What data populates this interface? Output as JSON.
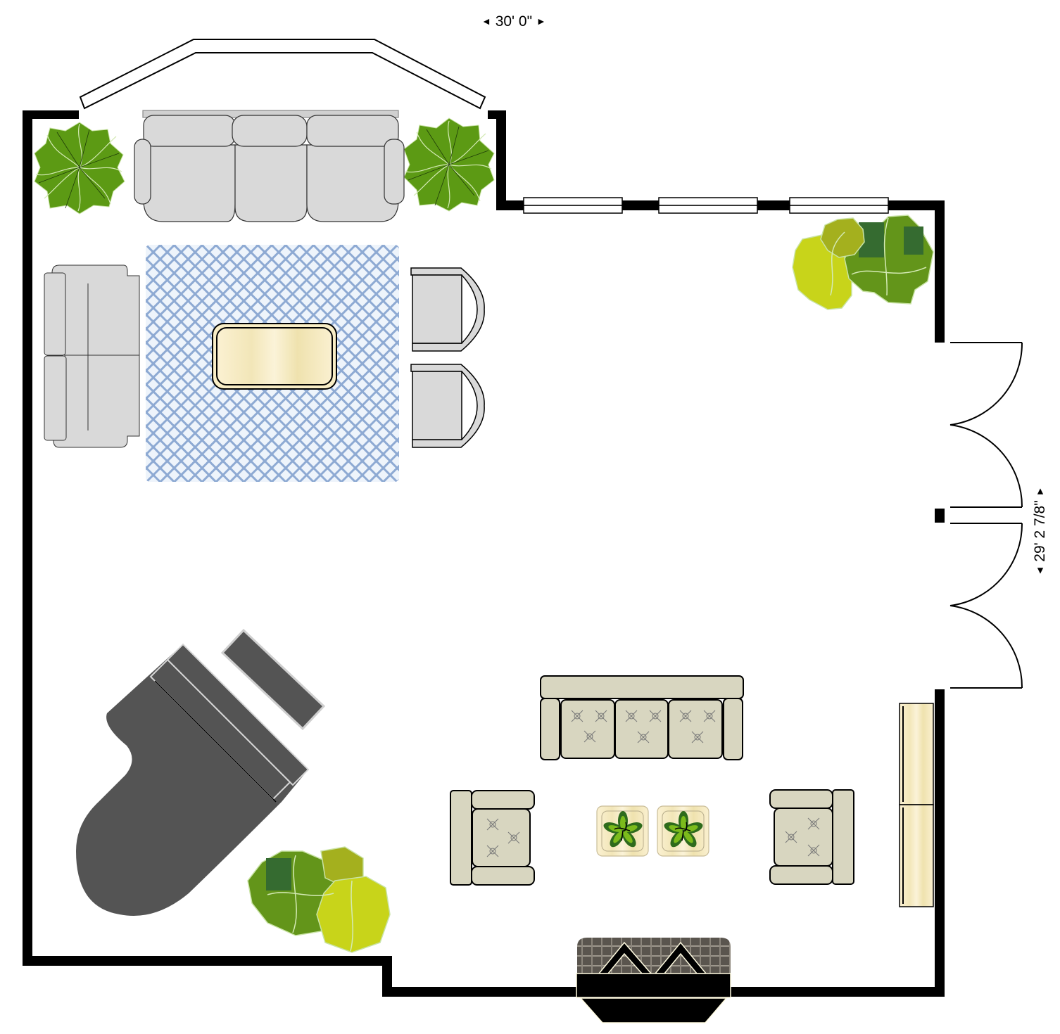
{
  "diagram": {
    "type": "floor-plan",
    "room": "living room",
    "dimensions": {
      "width": {
        "label": "30' 0\"",
        "left_arrow": "◄",
        "right_arrow": "►"
      },
      "depth": {
        "label": "29' 2 7/8\"",
        "left_arrow": "◄",
        "right_arrow": "►"
      }
    },
    "colors": {
      "wall": "#000000",
      "upholstery_grey": "#d9d9d9",
      "upholstery_beige": "#d8d6c0",
      "rug_blue": "#7f9cc8",
      "wood_light": "#f7ecc8",
      "piano": "#545454",
      "plant_green": "#5c9a14",
      "plant_dark": "#356b30",
      "plant_lime": "#c8d41a",
      "plant_olive": "#a4b01e"
    },
    "elements": [
      {
        "id": "bay-window",
        "kind": "window"
      },
      {
        "id": "top-windows",
        "kind": "window",
        "count": 3
      },
      {
        "id": "french-doors",
        "kind": "door",
        "count": 2,
        "leaves_each": 2
      },
      {
        "id": "fireplace",
        "kind": "fireplace"
      },
      {
        "id": "grey-sofa",
        "kind": "sofa",
        "seats": 3
      },
      {
        "id": "grey-loveseat",
        "kind": "sofa",
        "seats": 2
      },
      {
        "id": "armchairs-grey",
        "kind": "chair",
        "count": 2
      },
      {
        "id": "area-rug",
        "kind": "rug"
      },
      {
        "id": "coffee-table",
        "kind": "table"
      },
      {
        "id": "grand-piano",
        "kind": "piano"
      },
      {
        "id": "piano-bench",
        "kind": "bench"
      },
      {
        "id": "beige-sofa",
        "kind": "sofa",
        "seats": 3
      },
      {
        "id": "beige-armchairs",
        "kind": "chair",
        "count": 2
      },
      {
        "id": "side-tables",
        "kind": "table",
        "count": 2
      },
      {
        "id": "console-cabinet",
        "kind": "cabinet"
      },
      {
        "id": "plants",
        "kind": "plant",
        "count": 4
      }
    ]
  }
}
